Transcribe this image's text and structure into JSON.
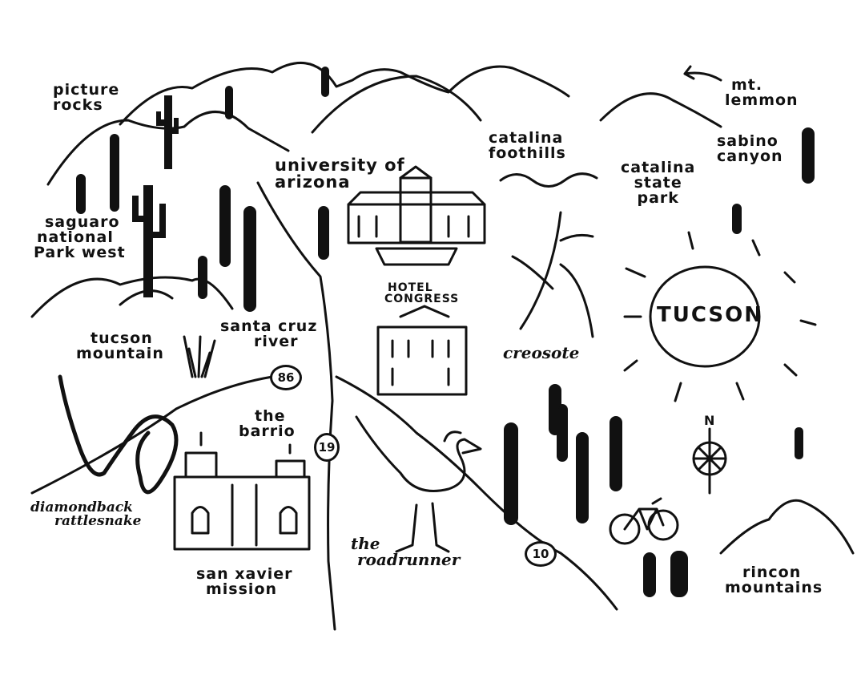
{
  "map": {
    "center_label": "TUCSON",
    "compass_letter": "N",
    "places": {
      "picture_rocks": [
        "picture",
        "rocks"
      ],
      "mt_lemmon": [
        "mt.",
        "lemmon"
      ],
      "catalina_foothills": [
        "catalina",
        "foothills"
      ],
      "sabino_canyon": [
        "sabino",
        "canyon"
      ],
      "university_of_arizona": [
        "university of",
        "arizona"
      ],
      "catalina_state_park": [
        "catalina",
        "state",
        "park"
      ],
      "saguaro_national_park_west": [
        "saguaro",
        "national",
        "Park west"
      ],
      "hotel_congress": [
        "HOTEL",
        "CONGRESS"
      ],
      "tucson_mountain": [
        "tucson",
        "mountain"
      ],
      "santa_cruz_river": [
        "santa cruz",
        "river"
      ],
      "creosote": "creosote",
      "the_barrio": [
        "the",
        "barrio"
      ],
      "diamondback_rattlesnake": [
        "diamondback",
        "rattlesnake"
      ],
      "the_roadrunner": [
        "the",
        "roadrunner"
      ],
      "san_xavier_mission": [
        "san xavier",
        "mission"
      ],
      "rincon_mountains": [
        "rincon",
        "mountains"
      ]
    },
    "routes": [
      "86",
      "19",
      "10"
    ],
    "icons": [
      "mountain-icon",
      "saguaro-cactus-icon",
      "sun-icon",
      "creosote-plant-icon",
      "rattlesnake-icon",
      "roadrunner-icon",
      "bicycle-icon",
      "compass-icon",
      "mission-building-icon",
      "university-building-icon",
      "hotel-building-icon",
      "wave-icon",
      "arrow-icon",
      "agave-icon"
    ],
    "colors": {
      "ink": "#111111",
      "paper": "#ffffff"
    }
  }
}
